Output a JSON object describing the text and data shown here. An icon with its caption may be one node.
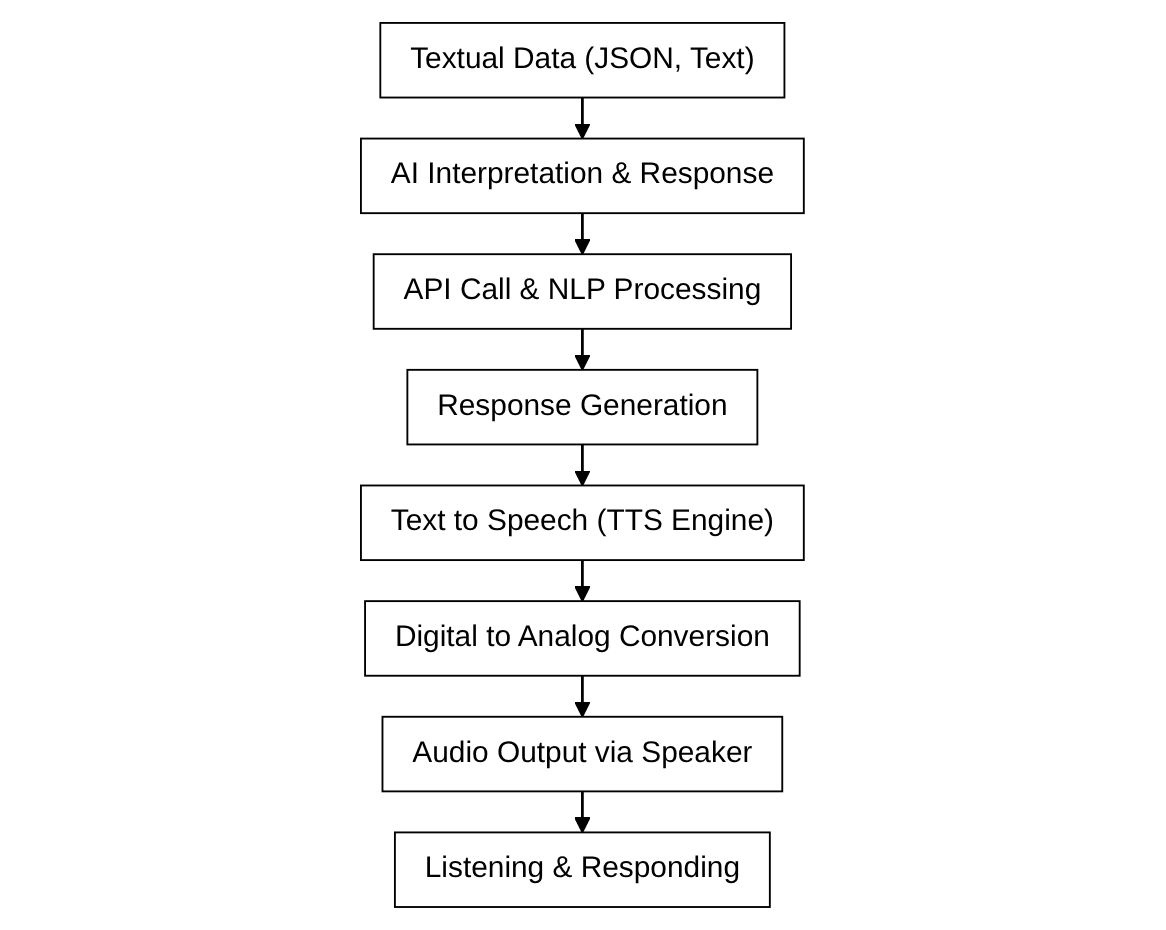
{
  "diagram": {
    "nodes": [
      {
        "text": [
          "Textual Data (JSON, Text)"
        ]
      },
      {
        "text": [
          "AI Interpretation & Response"
        ]
      },
      {
        "text": [
          "API Call & NLP Processing"
        ]
      },
      {
        "text": [
          "Response Generation"
        ]
      },
      {
        "text": [
          "Text to Speech (TTS Engine)"
        ]
      },
      {
        "text": [
          "Digital to Analog Conversion"
        ]
      },
      {
        "text": [
          "Audio Output via Speaker"
        ]
      },
      {
        "text": [
          "Listening & Responding"
        ]
      }
    ],
    "edges": [
      {
        "from": 0,
        "to": 1,
        "arrow": "to"
      },
      {
        "from": 1,
        "to": 2,
        "arrow": "to"
      },
      {
        "from": 2,
        "to": 3,
        "arrow": "to"
      },
      {
        "from": 3,
        "to": 4,
        "arrow": "to"
      },
      {
        "from": 4,
        "to": 5,
        "arrow": "to"
      },
      {
        "from": 5,
        "to": 6,
        "arrow": "to"
      },
      {
        "from": 6,
        "to": 7,
        "arrow": "to"
      }
    ]
  }
}
